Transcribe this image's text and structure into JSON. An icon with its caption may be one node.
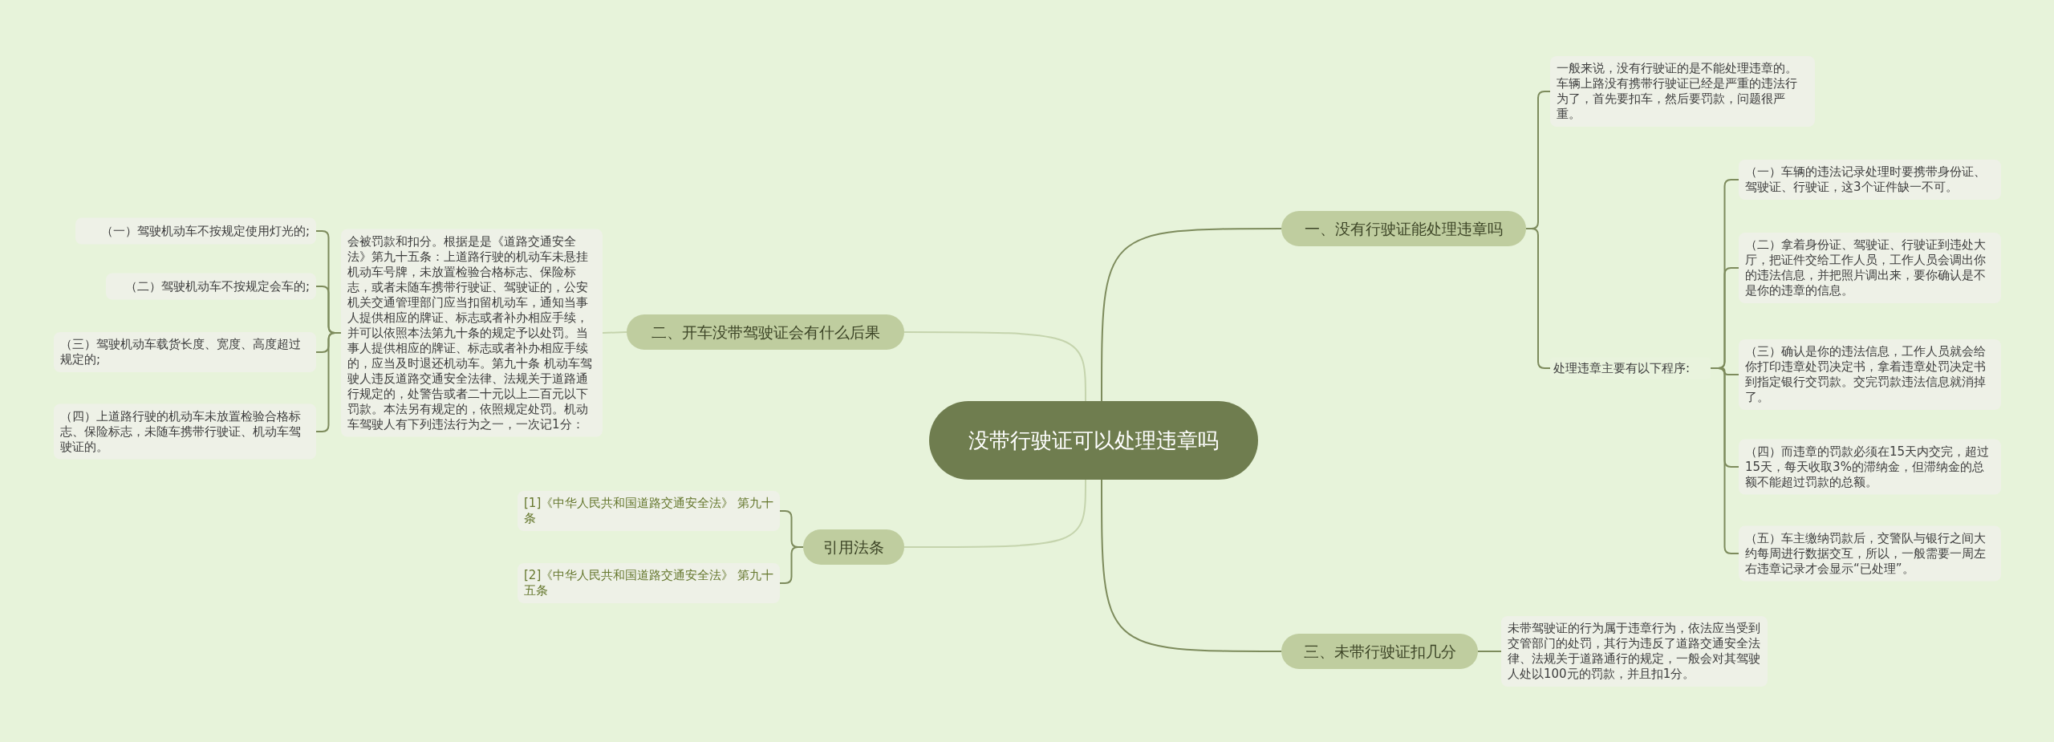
{
  "diagram": {
    "nodes": [
      {
        "text": [
          "没带行驶证可以处理违章吗"
        ]
      },
      {
        "text": [
          "一、没有行驶证能处理违章吗"
        ]
      },
      {
        "text": [
          "一般来说，没有行驶证的是不能处理违章的。车辆上路没有携带行驶证已经是严重的违法行为了，首先要扣车，然后要罚款，问题很严重。"
        ]
      },
      {
        "text": [
          "处理违章主要有以下程序:"
        ]
      },
      {
        "text": [
          "（一）车辆的违法记录处理时要携带身份证、驾驶证、行驶证，这3个证件缺一不可。"
        ]
      },
      {
        "text": [
          "（二）拿着身份证、驾驶证、行驶证到违处大厅，把证件交给工作人员，工作人员会调出你的违法信息，并把照片调出来，要你确认是不是你的违章的信息。"
        ]
      },
      {
        "text": [
          "（三）确认是你的违法信息，工作人员就会给你打印违章处罚决定书，拿着违章处罚决定书到指定银行交罚款。交完罚款违法信息就消掉了。"
        ]
      },
      {
        "text": [
          "（四）而违章的罚款必须在15天内交完，超过15天，每天收取3%的滞纳金，但滞纳金的总额不能超过罚款的总额。"
        ]
      },
      {
        "text": [
          "（五）车主缴纳罚款后，交警队与银行之间大约每周进行数据交互，所以，一般需要一周左右违章记录才会显示“已处理”。"
        ]
      },
      {
        "text": [
          "三、未带行驶证扣几分"
        ]
      },
      {
        "text": [
          "未带驾驶证的行为属于违章行为，依法应当受到交管部门的处罚，其行为违反了道路交通安全法律、法规关于道路通行的规定，一般会对其驾驶人处以100元的罚款，并且扣1分。"
        ]
      },
      {
        "text": [
          "二、开车没带驾驶证会有什么后果"
        ]
      },
      {
        "text": [
          "会被罚款和扣分。根据是是《道路交通安全法》第九十五条：上道路行驶的机动车未悬挂机动车号牌，未放置检验合格标志、保险标志，或者未随车携带行驶证、驾驶证的，公安机关交通管理部门应当扣留机动车，通知当事人提供相应的牌证、标志或者补办相应手续，并可以依照本法第九十条的规定予以处罚。当事人提供相应的牌证、标志或者补办相应手续的，应当及时退还机动车。第九十条 机动车驾驶人违反道路交通安全法律、法规关于道路通行规定的，处警告或者二十元以上二百元以下罚款。本法另有规定的，依照规定处罚。机动车驾驶人有下列违法行为之一，一次记1分："
        ]
      },
      {
        "text": [
          "（一）驾驶机动车不按规定使用灯光的;"
        ]
      },
      {
        "text": [
          "（二）驾驶机动车不按规定会车的;"
        ]
      },
      {
        "text": [
          "（三）驾驶机动车载货长度、宽度、高度超过规定的;"
        ]
      },
      {
        "text": [
          "（四）上道路行驶的机动车未放置检验合格标志、保险标志，未随车携带行驶证、机动车驾驶证的。"
        ]
      },
      {
        "text": [
          "引用法条"
        ]
      },
      {
        "text": [
          "[1]《中华人民共和国道路交通安全法》 第九十条"
        ]
      },
      {
        "text": [
          "[2]《中华人民共和国道路交通安全法》 第九十五条"
        ]
      }
    ],
    "edges": [
      {
        "from": 0,
        "to": 1,
        "arrow": "none"
      },
      {
        "from": 1,
        "to": 2,
        "arrow": "none"
      },
      {
        "from": 1,
        "to": 3,
        "arrow": "none"
      },
      {
        "from": 3,
        "to": 4,
        "arrow": "none"
      },
      {
        "from": 3,
        "to": 5,
        "arrow": "none"
      },
      {
        "from": 3,
        "to": 6,
        "arrow": "none"
      },
      {
        "from": 3,
        "to": 7,
        "arrow": "none"
      },
      {
        "from": 3,
        "to": 8,
        "arrow": "none"
      },
      {
        "from": 0,
        "to": 9,
        "arrow": "none"
      },
      {
        "from": 9,
        "to": 10,
        "arrow": "none"
      },
      {
        "from": 0,
        "to": 11,
        "arrow": "none",
        "color": "#c5d4ad"
      },
      {
        "from": 11,
        "to": 12,
        "arrow": "none",
        "color": "#c5d4ad"
      },
      {
        "from": 12,
        "to": 13,
        "arrow": "none"
      },
      {
        "from": 12,
        "to": 14,
        "arrow": "none"
      },
      {
        "from": 12,
        "to": 15,
        "arrow": "none"
      },
      {
        "from": 12,
        "to": 16,
        "arrow": "none"
      },
      {
        "from": 0,
        "to": 17,
        "arrow": "none",
        "color": "#c5d4ad"
      },
      {
        "from": 17,
        "to": 18,
        "arrow": "none"
      },
      {
        "from": 17,
        "to": 19,
        "arrow": "none"
      }
    ]
  }
}
